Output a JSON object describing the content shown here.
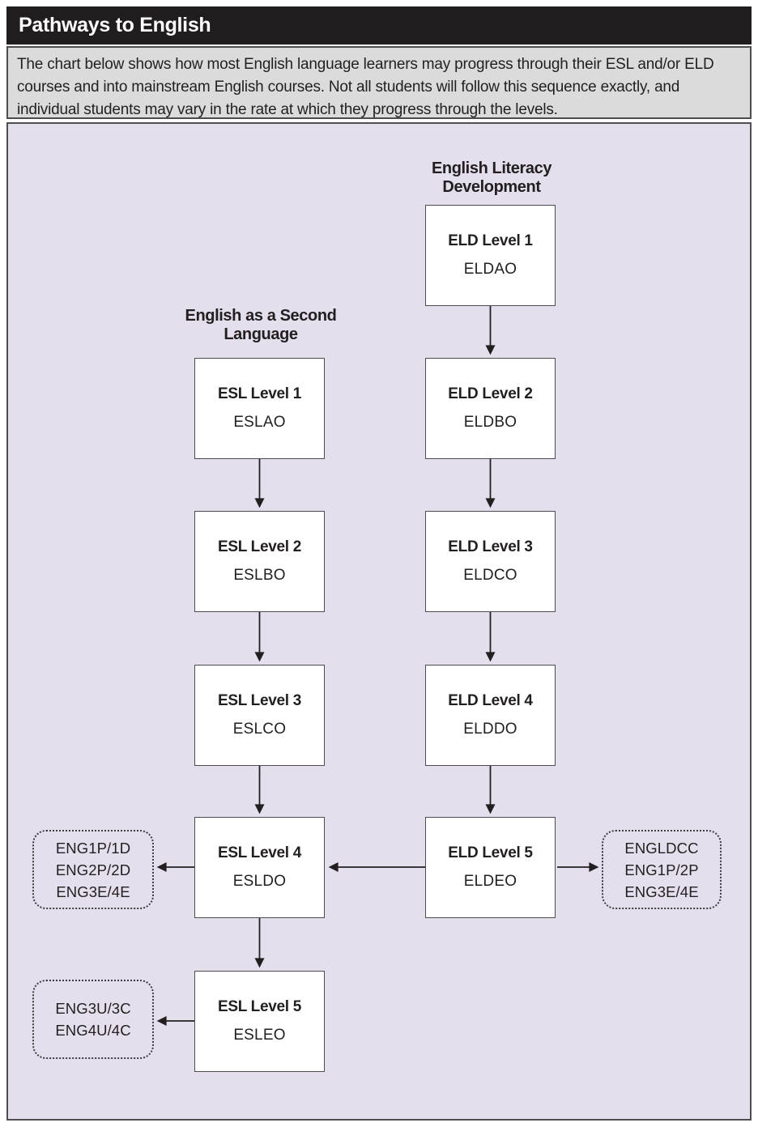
{
  "header": {
    "title": "Pathways to English"
  },
  "description": {
    "text": "The chart below shows how most English language learners may progress through their ESL and/or ELD courses and into mainstream English courses.  Not all students will follow this sequence exactly, and individual students may vary in the rate at which they progress through the levels."
  },
  "diagram": {
    "eld_header": "English Literacy Development",
    "esl_header": "English as a Second Language",
    "esl_levels": [
      {
        "title": "ESL Level 1",
        "code": "ESLAO"
      },
      {
        "title": "ESL Level 2",
        "code": "ESLBO"
      },
      {
        "title": "ESL Level 3",
        "code": "ESLCO"
      },
      {
        "title": "ESL Level 4",
        "code": "ESLDO"
      },
      {
        "title": "ESL Level 5",
        "code": "ESLEO"
      }
    ],
    "eld_levels": [
      {
        "title": "ELD Level 1",
        "code": "ELDAO"
      },
      {
        "title": "ELD Level 2",
        "code": "ELDBO"
      },
      {
        "title": "ELD Level 3",
        "code": "ELDCO"
      },
      {
        "title": "ELD Level 4",
        "code": "ELDDO"
      },
      {
        "title": "ELD Level 5",
        "code": "ELDEO"
      }
    ],
    "mainstream": {
      "left_top": {
        "lines": [
          "ENG1P/1D",
          "ENG2P/2D",
          "ENG3E/4E"
        ]
      },
      "right": {
        "lines": [
          "ENGLDCC",
          "ENG1P/2P",
          "ENG3E/4E"
        ]
      },
      "left_bottom": {
        "lines": [
          "ENG3U/3C",
          "ENG4U/4C"
        ]
      }
    },
    "edges": [
      "ELD Level 1 -> ELD Level 2",
      "ELD Level 2 -> ELD Level 3",
      "ELD Level 3 -> ELD Level 4",
      "ELD Level 4 -> ELD Level 5",
      "ESL Level 1 -> ESL Level 2",
      "ESL Level 2 -> ESL Level 3",
      "ESL Level 3 -> ESL Level 4",
      "ESL Level 4 -> ESL Level 5",
      "ELD Level 5 -> ESL Level 4",
      "ELD Level 5 -> ENGLDCC/ENG1P/2P/ENG3E/4E",
      "ESL Level 4 -> ENG1P/1D/ENG2P/2D/ENG3E/4E",
      "ESL Level 5 -> ENG3U/3C/ENG4U/4C"
    ],
    "colors": {
      "title_bar_bg": "#211d1e",
      "title_text": "#ffffff",
      "description_bg": "#dbdbdb",
      "diagram_bg": "#e5deec",
      "node_bg": "#ffffff",
      "border": "#4d4d4f",
      "text": "#231f20"
    }
  }
}
